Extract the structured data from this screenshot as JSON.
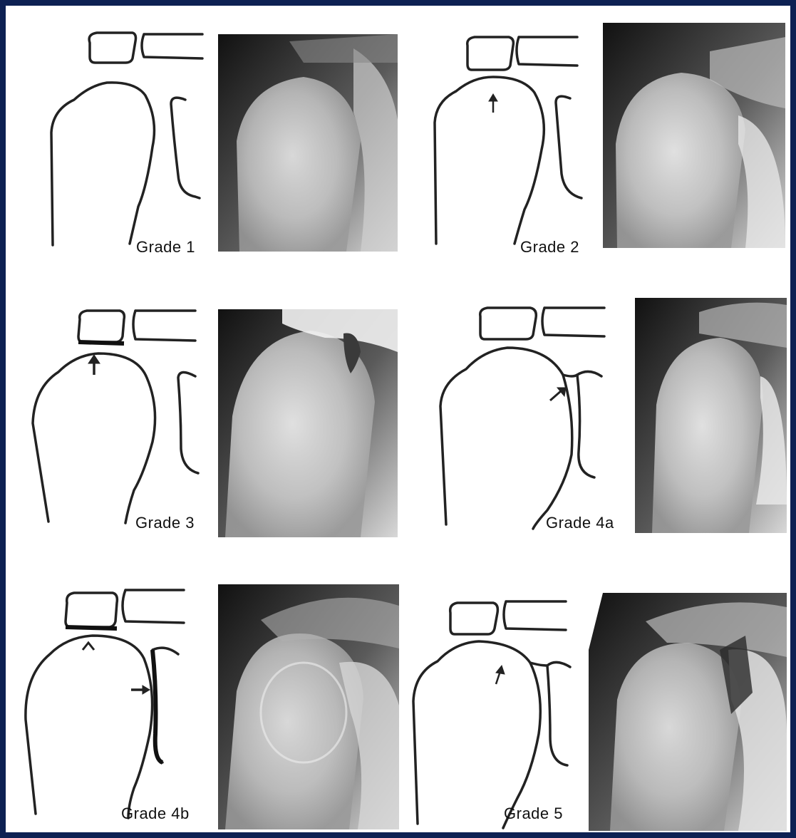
{
  "figure": {
    "panels": [
      {
        "grade_label": "Grade 1"
      },
      {
        "grade_label": "Grade 2"
      },
      {
        "grade_label": "Grade 3"
      },
      {
        "grade_label": "Grade 4a"
      },
      {
        "grade_label": "Grade 4b"
      },
      {
        "grade_label": "Grade 5"
      }
    ]
  },
  "colors": {
    "frame_border": "#0d2153",
    "line_art": "#222222",
    "xray_dark": "#1a1a1a",
    "xray_bone": "#e8e8e8"
  }
}
